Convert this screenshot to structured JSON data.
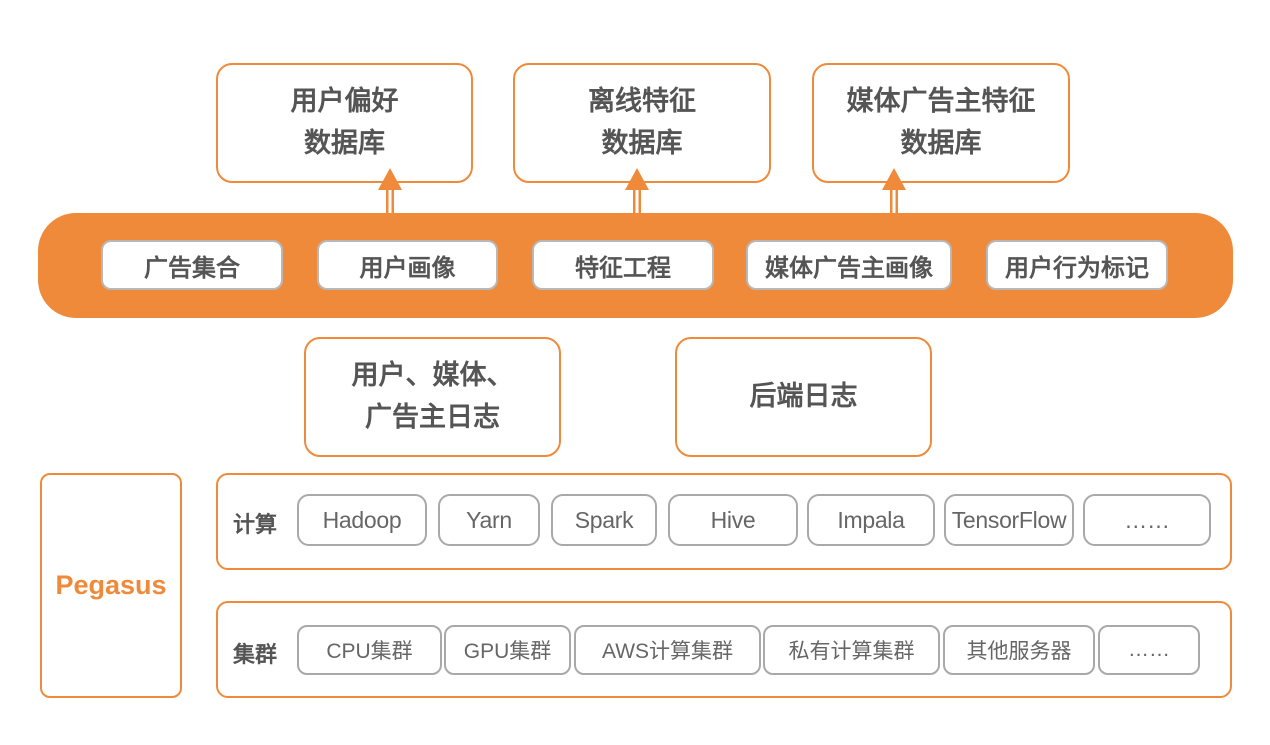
{
  "databases": [
    {
      "line1": "用户偏好",
      "line2": "数据库"
    },
    {
      "line1": "离线特征",
      "line2": "数据库"
    },
    {
      "line1": "媒体广告主特征",
      "line2": "数据库"
    }
  ],
  "processing": [
    "广告集合",
    "用户画像",
    "特征工程",
    "媒体广告主画像",
    "用户行为标记"
  ],
  "logs": [
    {
      "line1": "用户、媒体、",
      "line2": "广告主日志"
    },
    {
      "line1": "后端日志",
      "line2": ""
    }
  ],
  "platform": {
    "name": "Pegasus",
    "compute_label": "计算",
    "compute": [
      "Hadoop",
      "Yarn",
      "Spark",
      "Hive",
      "Impala",
      "TensorFlow",
      "……"
    ],
    "cluster_label": "集群",
    "clusters": [
      "CPU集群",
      "GPU集群",
      "AWS计算集群",
      "私有计算集群",
      "其他服务器",
      "……"
    ]
  },
  "colors": {
    "accent": "#f08a3b",
    "text": "#555555",
    "chip_border": "#a9a9a9"
  }
}
